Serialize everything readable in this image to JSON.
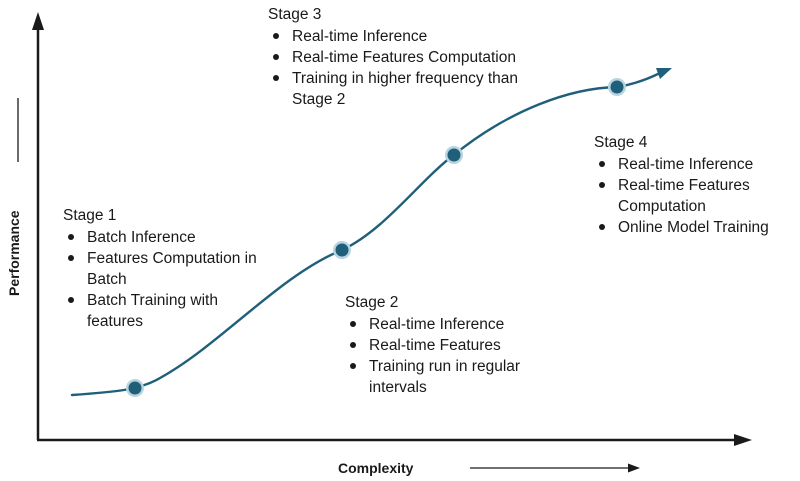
{
  "axes": {
    "x_label": "Complexity",
    "y_label": "Performance"
  },
  "colors": {
    "curve": "#1f5f7a",
    "node_fill": "#1f5f7a",
    "node_ring": "#b9d4e0",
    "axis": "#1a1a1a"
  },
  "stages": [
    {
      "title": "Stage 1",
      "items": [
        "Batch Inference",
        "Features Computation in Batch",
        "Batch Training with features"
      ]
    },
    {
      "title": "Stage 2",
      "items": [
        "Real-time Inference",
        "Real-time Features",
        "Training run in regular intervals"
      ]
    },
    {
      "title": "Stage 3",
      "items": [
        "Real-time Inference",
        "Real-time Features Computation",
        "Training in higher frequency than Stage 2"
      ]
    },
    {
      "title": "Stage 4",
      "items": [
        "Real-time Inference",
        "Real-time Features Computation",
        "Online Model Training"
      ]
    }
  ]
}
